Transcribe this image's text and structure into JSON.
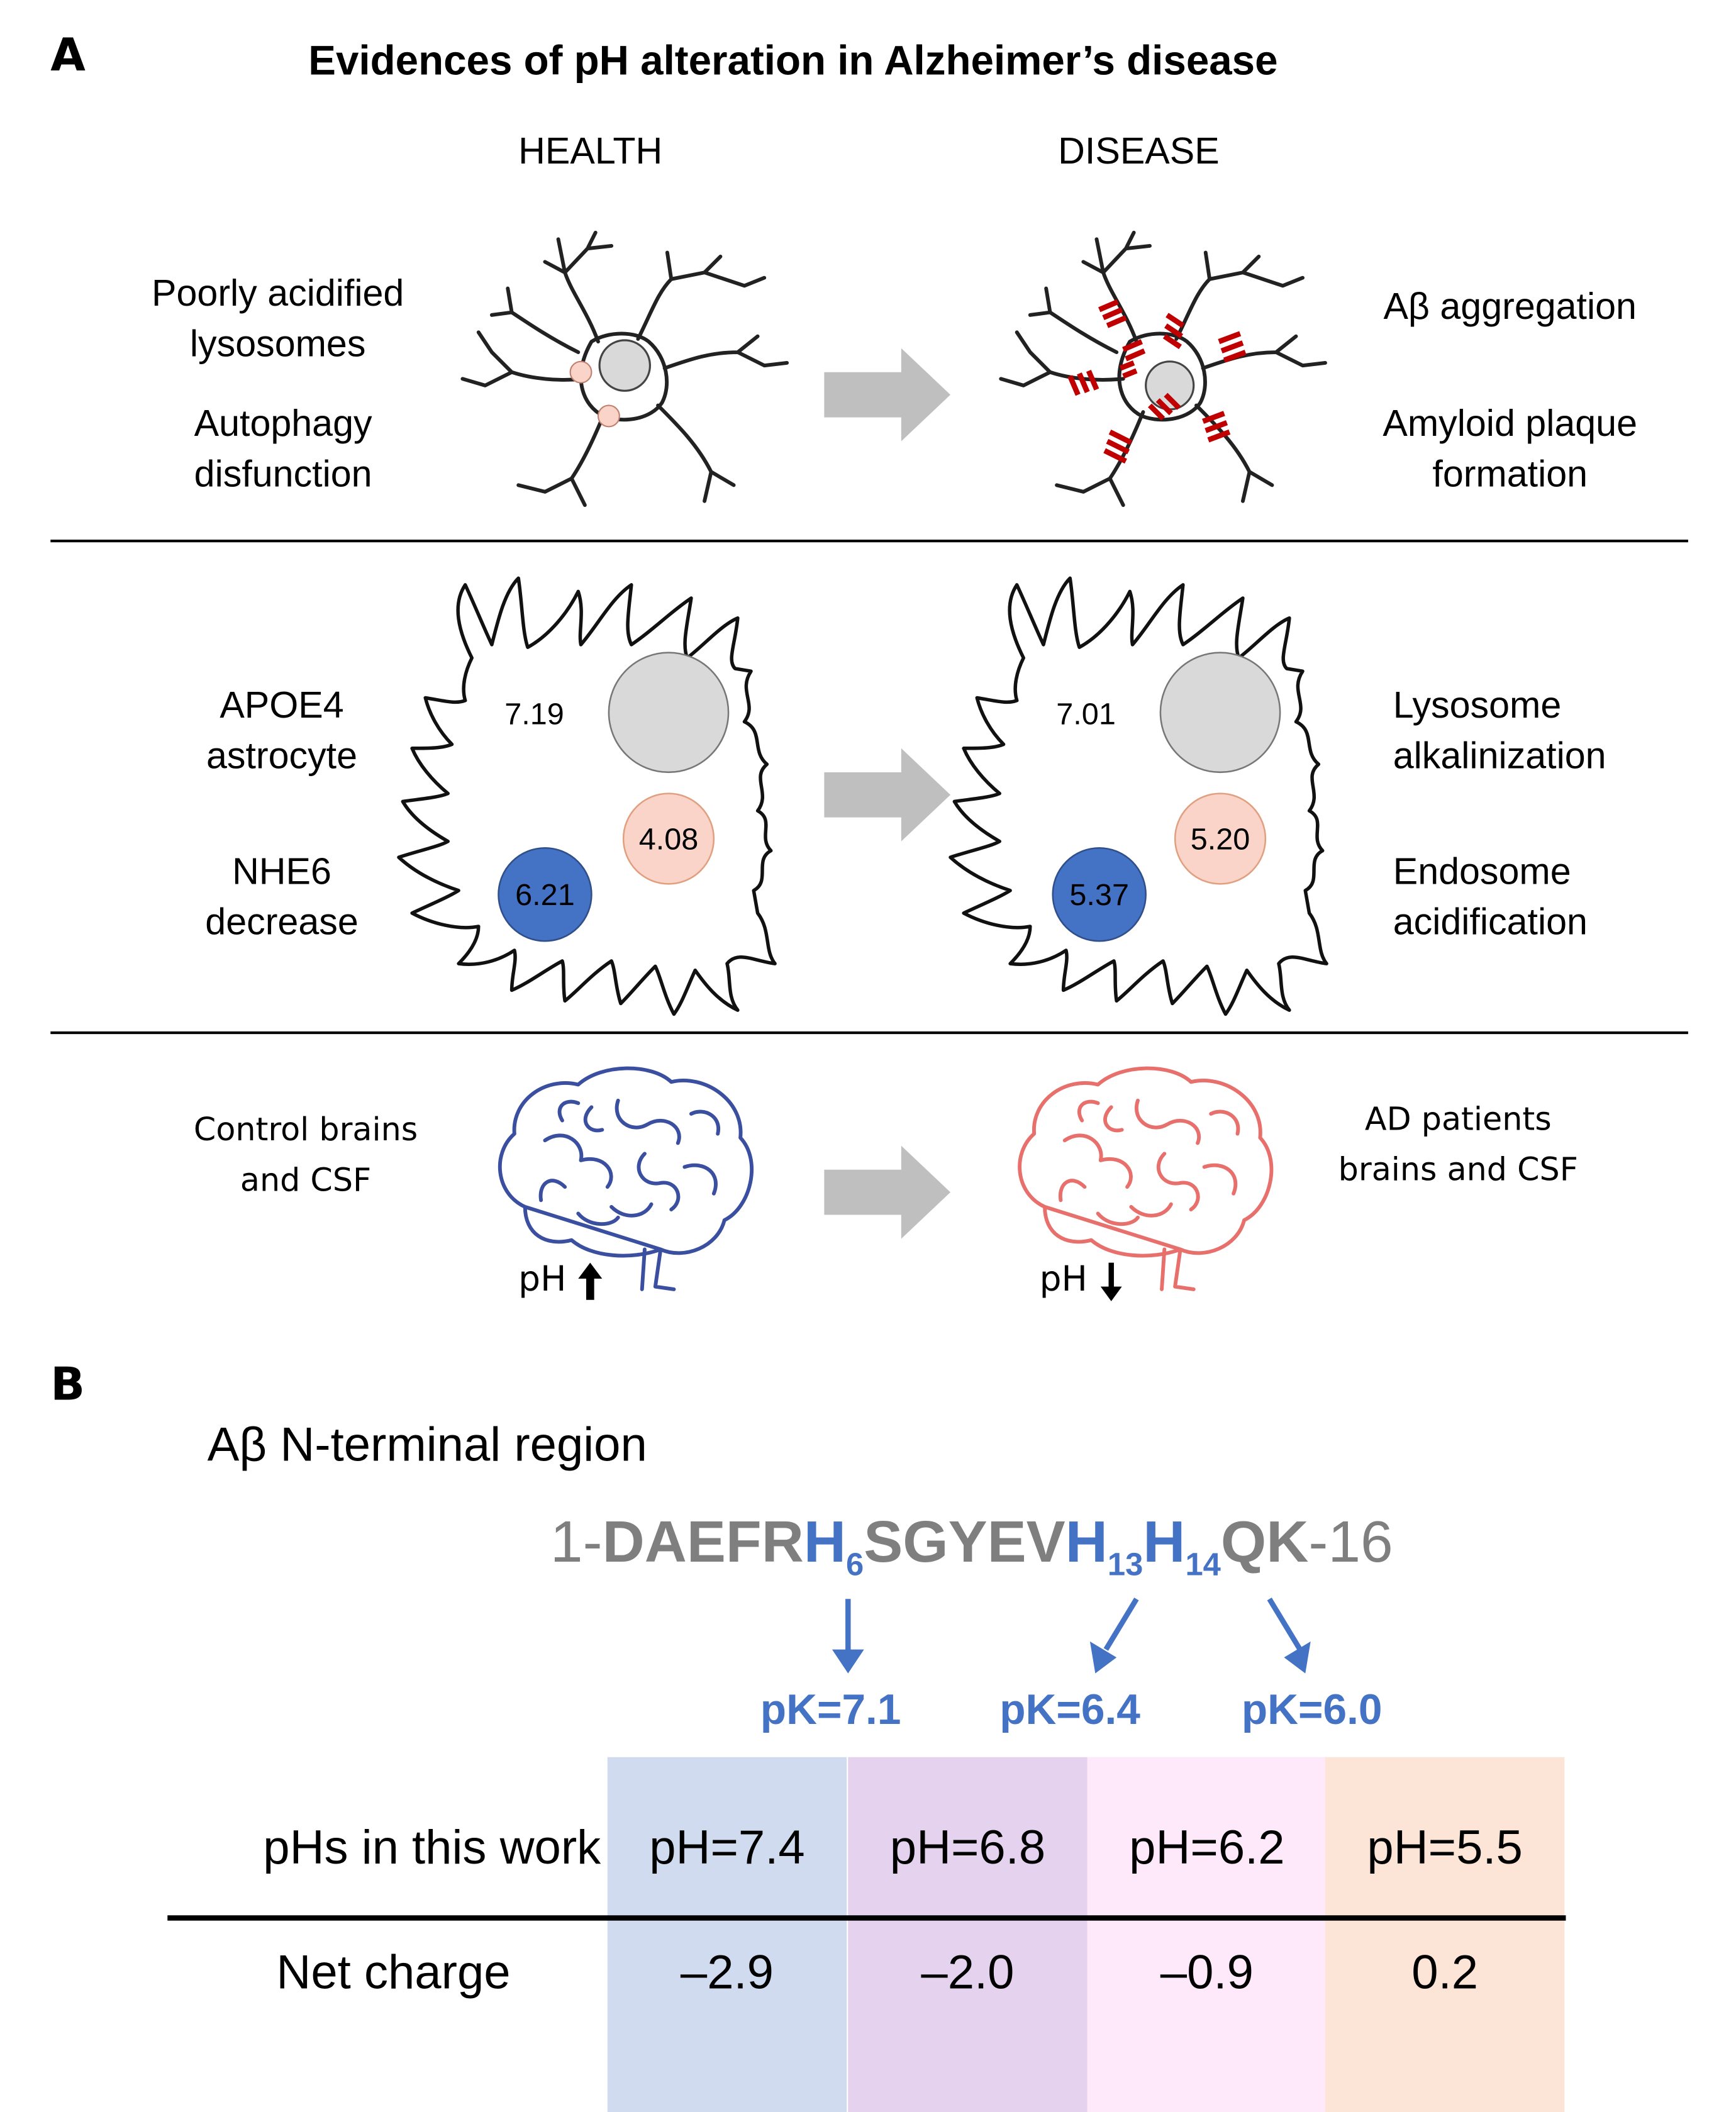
{
  "panel_a": {
    "letter": "A",
    "title": "Evidences of pH alteration in Alzheimer’s disease",
    "health_label": "HEALTH",
    "disease_label": "DISEASE",
    "row1": {
      "left_top": [
        "Poorly acidified",
        "lysosomes"
      ],
      "left_bottom": [
        "Autophagy",
        "disfunction"
      ],
      "right_top": "Aβ aggregation",
      "right_bottom": [
        "Amyloid plaque",
        "formation"
      ]
    },
    "row2": {
      "left_top": [
        "APOE4",
        "astrocyte"
      ],
      "left_bottom": [
        "NHE6",
        "decrease"
      ],
      "right_top": [
        "Lysosome",
        "alkalinization"
      ],
      "right_bottom": [
        "Endosome",
        "acidification"
      ],
      "health_values": {
        "cytosol": "7.19",
        "lysosome": "4.08",
        "endosome": "6.21"
      },
      "disease_values": {
        "cytosol": "7.01",
        "lysosome": "5.20",
        "endosome": "5.37"
      }
    },
    "row3": {
      "left": [
        "Control brains",
        "and CSF"
      ],
      "right": [
        "AD patients",
        "brains and CSF"
      ],
      "ph_label": "pH",
      "health_arrow": "up",
      "disease_arrow": "down"
    },
    "colors": {
      "arrow_gray": "#bfbfbf",
      "nucleus_gray": "#d9d9d9",
      "lysosome_pink": "#fad4c8",
      "endosome_blue": "#4472c4",
      "amyloid_red": "#c00000",
      "brain_blue": "#3b4fa0",
      "brain_red": "#e8706c"
    }
  },
  "panel_b": {
    "letter": "B",
    "subtitle": "Aβ N-terminal region",
    "sequence": {
      "start": "1-",
      "seg1": "DAEFR",
      "his1": "H",
      "his1_sub": "6",
      "seg2": "SGYEV",
      "his2": "H",
      "his2_sub": "13",
      "his3": "H",
      "his3_sub": "14",
      "seg3": "QK",
      "end": "-16"
    },
    "pk_values": [
      "pK=7.1",
      "pK=6.4",
      "pK=6.0"
    ],
    "table": {
      "row_labels": [
        "pHs in this work",
        "Net charge"
      ],
      "ph": [
        "pH=7.4",
        "pH=6.8",
        "pH=6.2",
        "pH=5.5"
      ],
      "net_charge": [
        "–2.9",
        "–2.0",
        "–0.9",
        "0.2"
      ],
      "column_colors": [
        "#d0dbef",
        "#e4d2ef",
        "#fde9fa",
        "#fce4d6"
      ]
    }
  }
}
